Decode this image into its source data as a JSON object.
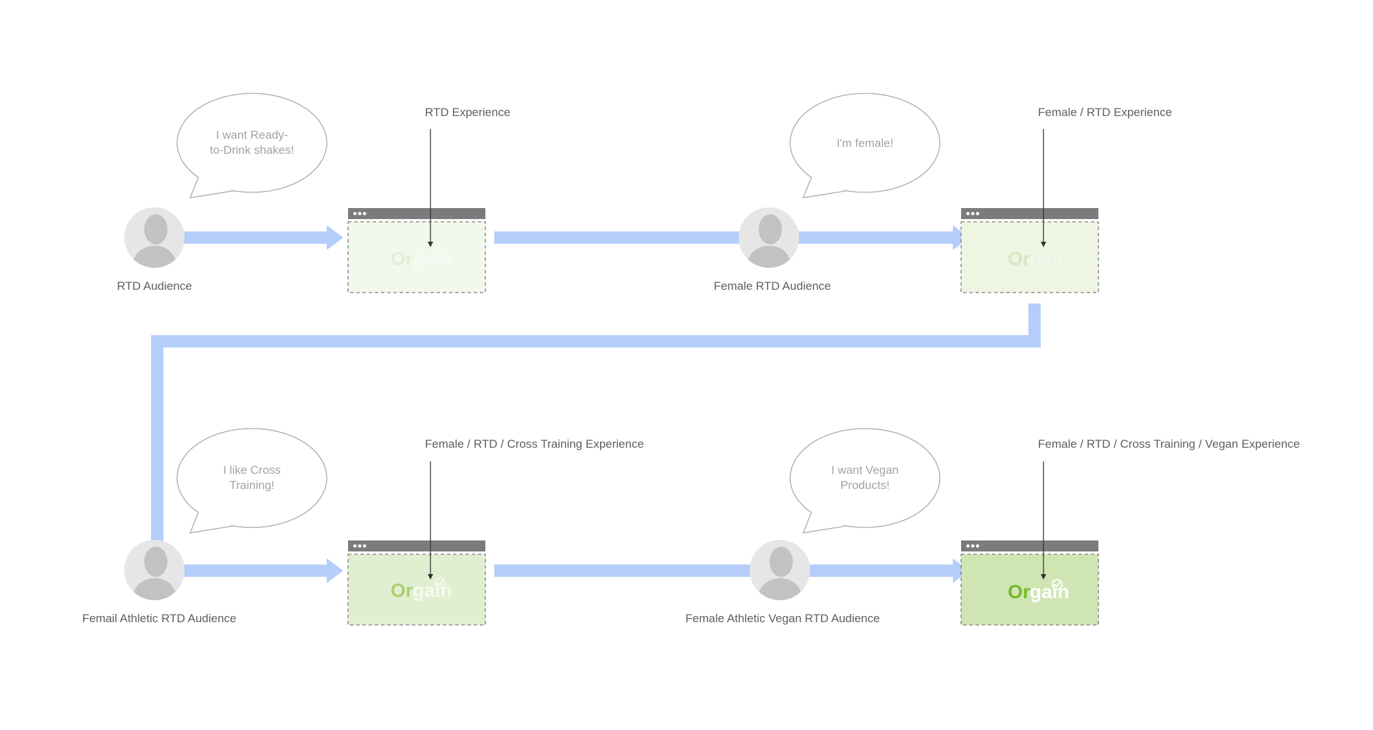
{
  "colors": {
    "flow": "#b5cdfb",
    "avatar_bg": "#e6e6e6",
    "avatar_fg": "#c2c2c2",
    "window_bar": "#7b7b7b",
    "pointer": "#333333"
  },
  "icons": [
    "avatar-icon",
    "speech-bubble",
    "browser-window",
    "orgain-logo",
    "check-leaf-icon"
  ],
  "stages": [
    {
      "audience": "RTD Audience",
      "bubble": [
        "I want Ready-",
        "to-Drink shakes!"
      ],
      "experience": "RTD Experience",
      "logo_parts": [
        "Or",
        "gain"
      ],
      "fill": "#f3f8ec",
      "logo_or": "#e2eed5",
      "logo_gain": "#f7faf3"
    },
    {
      "audience": "Female RTD Audience",
      "bubble": [
        "I'm female!"
      ],
      "experience": "Female / RTD Experience",
      "logo_parts": [
        "Or",
        "gain"
      ],
      "fill": "#eef5e3",
      "logo_or": "#d6e8bf",
      "logo_gain": "#f1f7ea"
    },
    {
      "audience": "Femail Athletic RTD Audience",
      "bubble": [
        "I like Cross",
        "Training!"
      ],
      "experience": "Female / RTD / Cross Training Experience",
      "logo_parts": [
        "Or",
        "gain"
      ],
      "fill": "#e1efd1",
      "logo_or": "#a8d06f",
      "logo_gain": "#f5faee"
    },
    {
      "audience": "Female Athletic Vegan RTD Audience",
      "bubble": [
        "I want Vegan",
        "Products!"
      ],
      "experience": "Female / RTD / Cross Training / Vegan Experience",
      "logo_parts": [
        "Or",
        "gain"
      ],
      "fill": "#cfe6b3",
      "logo_or": "#76b82a",
      "logo_gain": "#ffffff"
    }
  ]
}
